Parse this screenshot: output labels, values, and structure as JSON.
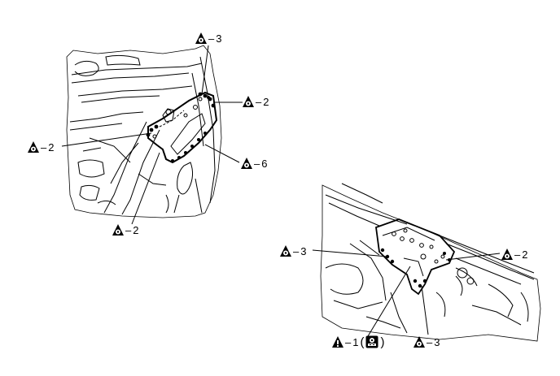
{
  "callouts": {
    "c1": {
      "count": "3",
      "dash": "–"
    },
    "c2": {
      "count": "2",
      "dash": "–"
    },
    "c3": {
      "count": "2",
      "dash": "–"
    },
    "c4": {
      "count": "6",
      "dash": "–"
    },
    "c5": {
      "count": "2",
      "dash": "–"
    },
    "c6": {
      "count": "3",
      "dash": "–"
    },
    "c7": {
      "count": "2",
      "dash": "–"
    },
    "c8": {
      "count": "1",
      "dash": "–",
      "open": "(",
      "close": ")"
    },
    "c9": {
      "count": "3",
      "dash": "–"
    }
  },
  "icons": {
    "weld_symbol": "weld-point-icon",
    "caution_symbol": "caution-weld-icon",
    "tool_symbol": "spot-weld-tool-icon"
  }
}
